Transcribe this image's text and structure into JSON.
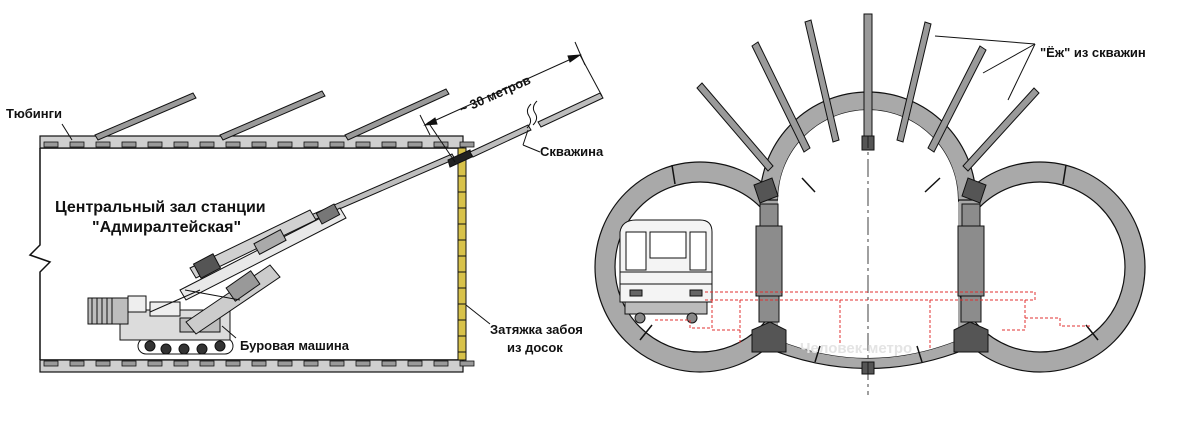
{
  "left_diagram": {
    "labels": {
      "segments": "Тюбинги",
      "hall_line1": "Центральный зал станции",
      "hall_line2": "\"Адмиралтейская\"",
      "distance": "~ 30 метров",
      "borehole": "Скважина",
      "machine": "Буровая машина",
      "face_line1": "Затяжка забоя",
      "face_line2": "из досок"
    }
  },
  "right_diagram": {
    "labels": {
      "hedgehog": "\"Ёж\" из скважин"
    },
    "watermark": "Человек-метро"
  },
  "colors": {
    "line": "#111111",
    "tunnel_fill": "#a9a9a9",
    "column_fill": "#8c8c8c",
    "pipe_fill": "#9a9a9a",
    "board_fill": "#d8c24a",
    "platform_dashed": "#e03030"
  }
}
